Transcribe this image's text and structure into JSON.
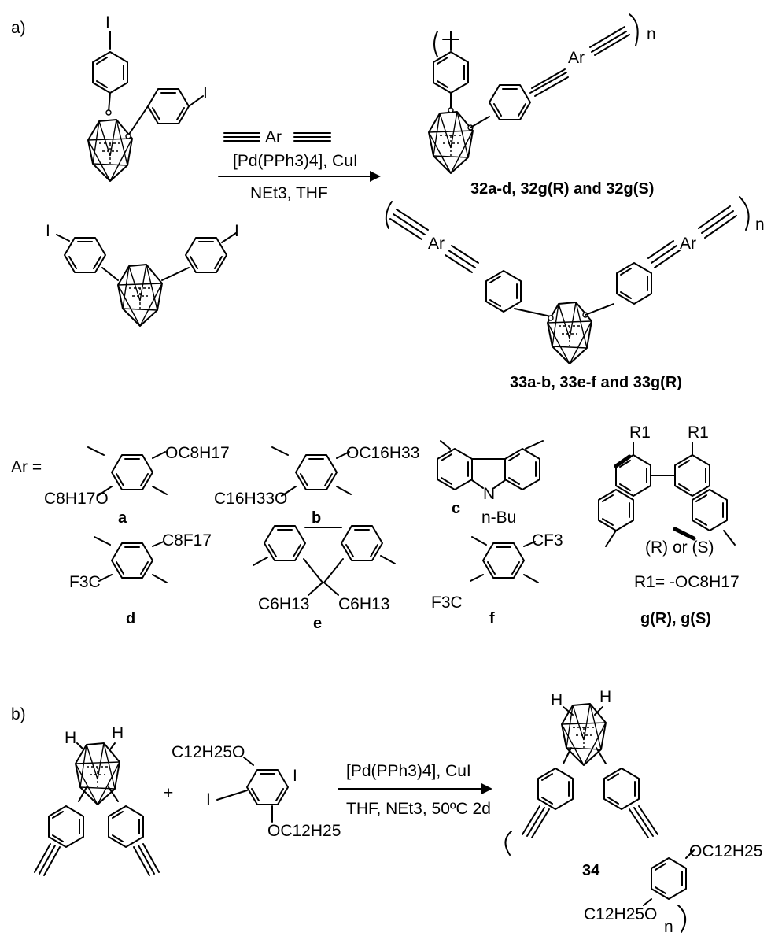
{
  "part_a": {
    "label": "a)",
    "reagent_ar": "Ar",
    "catalyst": "[Pd(PPh3)4], CuI",
    "conditions": "NEt3, THF",
    "reactant_iodo": "I",
    "product_top_label": "32a-d, 32g(R) and 32g(S)",
    "product_bottom_label": "33a-b, 33e-f and 33g(R)",
    "repeat_n": "n",
    "ar_eq": "Ar =",
    "substituents": {
      "a": {
        "label": "a",
        "top": "OC8H17",
        "bottom": "C8H17O"
      },
      "b": {
        "label": "b",
        "top": "OC16H33",
        "bottom": "C16H33O"
      },
      "c": {
        "label": "c",
        "n_atom": "N",
        "alkyl": "n-Bu"
      },
      "d": {
        "label": "d",
        "top": "C8F17",
        "bottom": "F3C"
      },
      "e": {
        "label": "e",
        "left": "C6H13",
        "right": "C6H13"
      },
      "f": {
        "label": "f",
        "top": "CF3",
        "bottom": "F3C"
      },
      "g": {
        "label": "g(R), g(S)",
        "r1": "R1",
        "config": "(R) or (S)",
        "r1_def": "R1= -OC8H17"
      }
    }
  },
  "part_b": {
    "label": "b)",
    "h": "H",
    "plus": "+",
    "reagent_top": "C12H25O",
    "reagent_bottom": "OC12H25",
    "iodo": "I",
    "catalyst": "[Pd(PPh3)4], CuI",
    "conditions": "THF, NEt3, 50ºC 2d",
    "product_label": "34",
    "prod_top": "OC12H25",
    "prod_bottom": "C12H25O",
    "repeat_n": "n"
  }
}
